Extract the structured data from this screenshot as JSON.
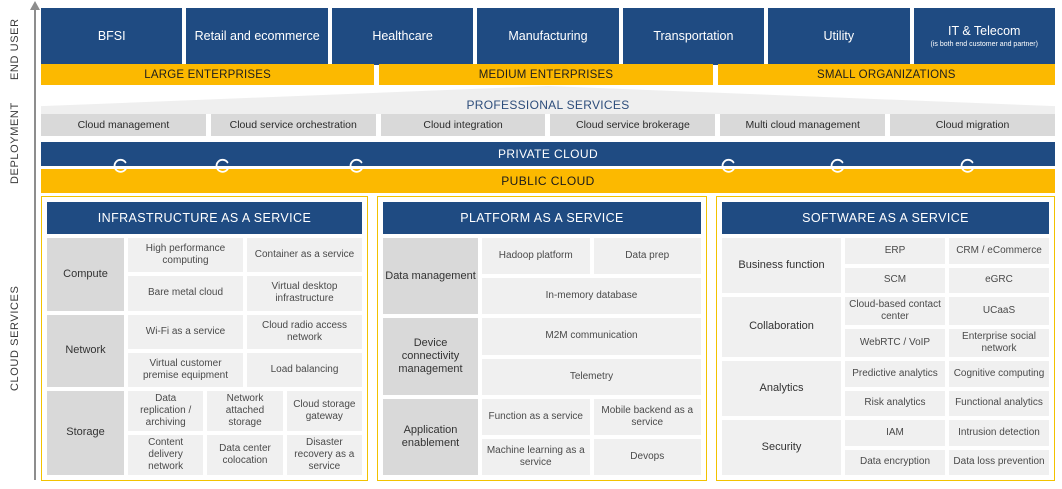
{
  "axis": {
    "labels": [
      {
        "name": "end-user",
        "text": "END USER"
      },
      {
        "name": "deployment",
        "text": "DEPLOYMENT"
      },
      {
        "name": "cloud-services",
        "text": "CLOUD SERVICES"
      }
    ]
  },
  "colors": {
    "navy": "#1f4b82",
    "amber": "#fcb900",
    "panel_border": "#f2c200",
    "cell_gray": "#f0f0f0",
    "label_gray": "#d9d9d9",
    "chip_gray": "#d9d9d9"
  },
  "end_user": {
    "industries": [
      {
        "label": "BFSI",
        "sub": ""
      },
      {
        "label": "Retail and ecommerce",
        "sub": ""
      },
      {
        "label": "Healthcare",
        "sub": ""
      },
      {
        "label": "Manufacturing",
        "sub": ""
      },
      {
        "label": "Transportation",
        "sub": ""
      },
      {
        "label": "Utility",
        "sub": ""
      },
      {
        "label": "IT & Telecom",
        "sub": "(is both end customer and partner)"
      }
    ],
    "segments": [
      "LARGE ENTERPRISES",
      "MEDIUM ENTERPRISES",
      "SMALL ORGANIZATIONS"
    ]
  },
  "professional_services": {
    "title": "PROFESSIONAL SERVICES",
    "items": [
      "Cloud management",
      "Cloud service orchestration",
      "Cloud integration",
      "Cloud service brokerage",
      "Multi cloud management",
      "Cloud migration"
    ]
  },
  "deployment": {
    "private": "PRIVATE CLOUD",
    "public": "PUBLIC CLOUD",
    "cycle_icon": "circular-arrow-icon",
    "cycle_positions": [
      110,
      212,
      346,
      718,
      827,
      957
    ]
  },
  "cloud_services": {
    "panels": [
      {
        "name": "iaas",
        "title": "INFRASTRUCTURE AS A SERVICE",
        "groups": [
          {
            "label": "Compute",
            "rows": [
              [
                "High performance computing",
                "Container as a service"
              ],
              [
                "Bare metal cloud",
                "Virtual desktop infrastructure"
              ]
            ]
          },
          {
            "label": "Network",
            "rows": [
              [
                "Wi-Fi as a service",
                "Cloud radio access network"
              ],
              [
                "Virtual customer premise equipment",
                "Load balancing"
              ]
            ]
          },
          {
            "label": "Storage",
            "rows": [
              [
                "Data replication / archiving",
                "Network attached storage",
                "Cloud storage gateway"
              ],
              [
                "Content delivery network",
                "Data center colocation",
                "Disaster recovery as a service"
              ]
            ]
          }
        ]
      },
      {
        "name": "paas",
        "title": "PLATFORM AS A SERVICE",
        "groups": [
          {
            "label": "Data management",
            "rows": [
              [
                "Hadoop platform",
                "Data prep"
              ],
              [
                "In-memory database"
              ]
            ]
          },
          {
            "label": "Device connectivity management",
            "rows": [
              [
                "M2M communication"
              ],
              [
                "Telemetry"
              ]
            ]
          },
          {
            "label": "Application enablement",
            "rows": [
              [
                "Function as a service",
                "Mobile backend as a service"
              ],
              [
                "Machine learning as a service",
                "Devops"
              ]
            ]
          }
        ]
      },
      {
        "name": "saas",
        "title": "SOFTWARE AS A SERVICE",
        "groups": [
          {
            "label": "Business function",
            "rows": [
              [
                "ERP",
                "CRM / eCommerce"
              ],
              [
                "SCM",
                "eGRC"
              ]
            ]
          },
          {
            "label": "Collaboration",
            "rows": [
              [
                "Cloud-based contact center",
                "UCaaS"
              ],
              [
                "WebRTC / VoIP",
                "Enterprise social network"
              ]
            ]
          },
          {
            "label": "Analytics",
            "rows": [
              [
                "Predictive analytics",
                "Cognitive computing"
              ],
              [
                "Risk analytics",
                "Functional analytics"
              ]
            ]
          },
          {
            "label": "Security",
            "rows": [
              [
                "IAM",
                "Intrusion detection"
              ],
              [
                "Data encryption",
                "Data loss prevention"
              ]
            ]
          }
        ]
      }
    ]
  }
}
